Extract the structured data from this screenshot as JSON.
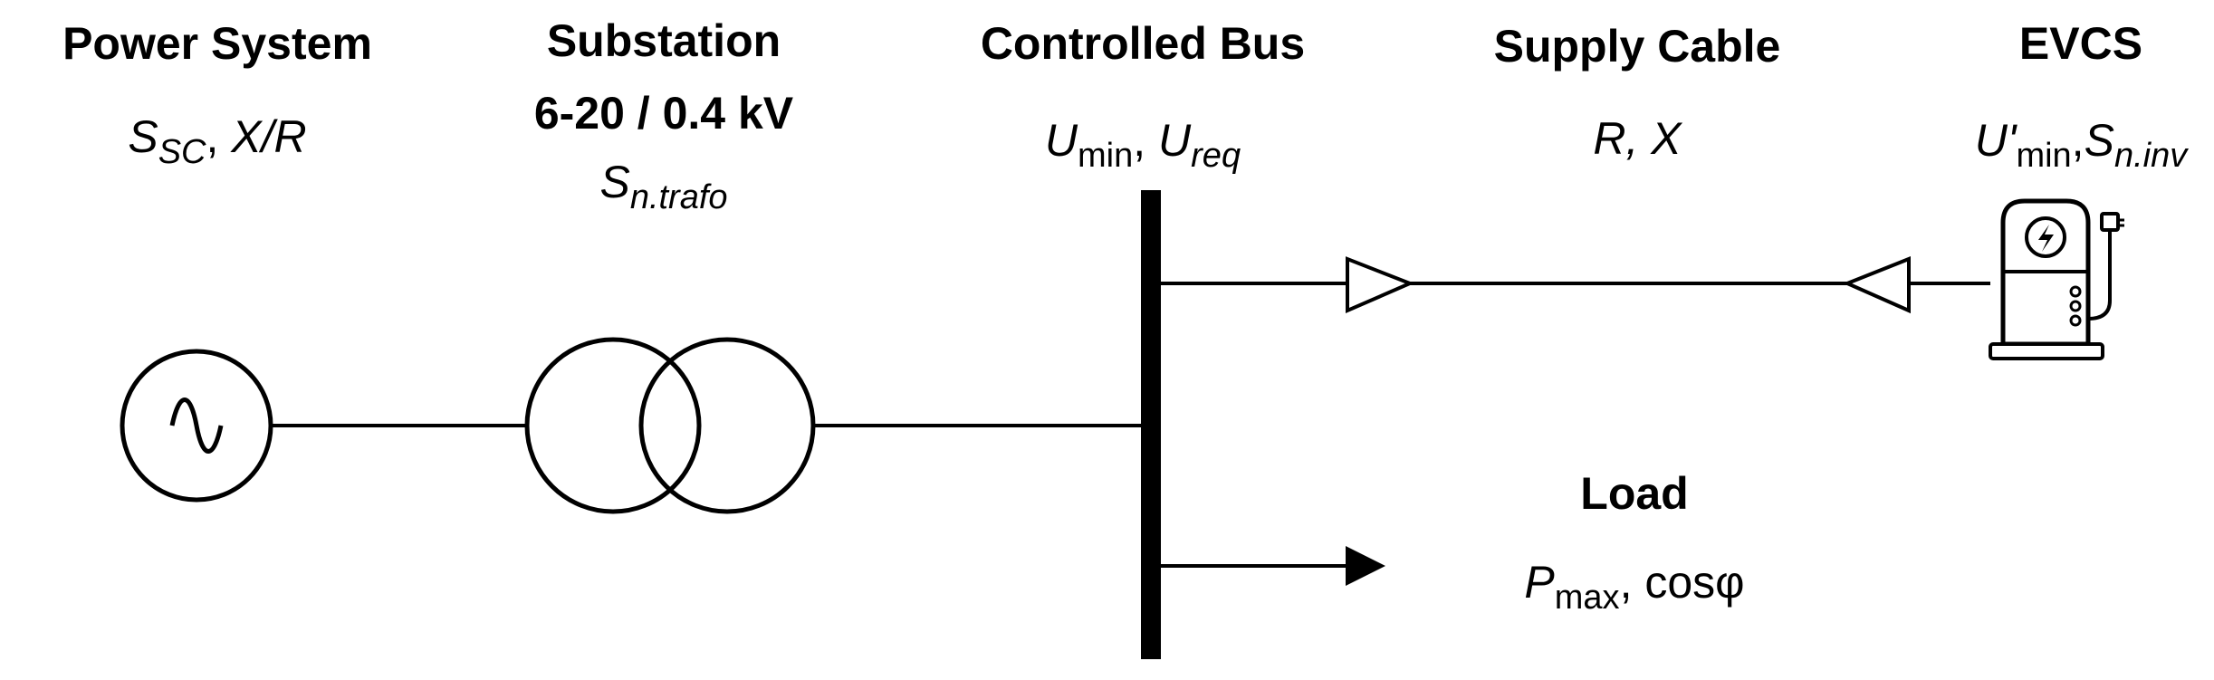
{
  "power_system": {
    "title": "Power System",
    "param_s": "S",
    "param_s_sub": "SC",
    "param_sep": ", ",
    "param_xr": "X/R"
  },
  "substation": {
    "title": "Substation",
    "voltage": "6-20 / 0.4 kV",
    "param_s": "S",
    "param_s_sub": "n.trafo"
  },
  "controlled_bus": {
    "title": "Controlled Bus",
    "u1": "U",
    "u1_sub": "min",
    "sep": ", ",
    "u2": "U",
    "u2_sub": "req"
  },
  "supply_cable": {
    "title": "Supply Cable",
    "params": "R, X"
  },
  "evcs": {
    "title": "EVCS",
    "u": "U'",
    "u_sub": "min",
    "sep": ",",
    "s": "S",
    "s_sub": "n.inv"
  },
  "load": {
    "title": "Load",
    "p": "P",
    "p_sub": "max",
    "sep": ", ",
    "cos": "cosφ"
  }
}
